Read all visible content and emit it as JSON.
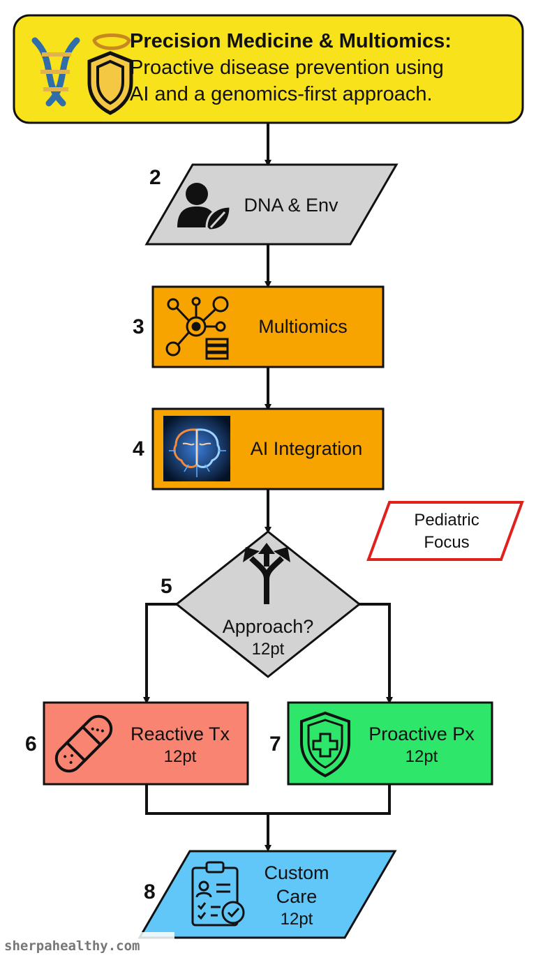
{
  "header": {
    "title": "Precision Medicine & Multiomics:",
    "line2": "Proactive disease prevention using",
    "line3": "AI and a genomics-first approach."
  },
  "nodes": {
    "n2": {
      "number": "2",
      "label": "DNA & Env"
    },
    "n3": {
      "number": "3",
      "label": "Multiomics"
    },
    "n4": {
      "number": "4",
      "label": "AI Integration"
    },
    "n5": {
      "number": "5",
      "label": "Approach?",
      "sub": "12pt"
    },
    "n6": {
      "number": "6",
      "label": "Reactive Tx",
      "sub": "12pt"
    },
    "n7": {
      "number": "7",
      "label": "Proactive Px",
      "sub": "12pt"
    },
    "n8": {
      "number": "8",
      "line1": "Custom",
      "line2": "Care",
      "sub": "12pt"
    }
  },
  "badge": {
    "line1": "Pediatric",
    "line2": "Focus"
  },
  "watermark": "sherpahealthy.com",
  "colors": {
    "header": "#f7e21b",
    "parallelogram_gray": "#d3d3d3",
    "orange": "#f7a400",
    "diamond_gray": "#d3d3d3",
    "reactive": "#f98472",
    "proactive": "#2de66a",
    "custom": "#61c6f8",
    "badge_border": "#e0201c"
  },
  "icons": {
    "header": "dna-shield-icon",
    "n2": "person-leaf-icon",
    "n3": "network-data-icon",
    "n4": "ai-brain-icon",
    "n5": "split-arrows-icon",
    "n6": "bandage-icon",
    "n7": "shield-cross-icon",
    "n8": "clipboard-check-icon"
  }
}
